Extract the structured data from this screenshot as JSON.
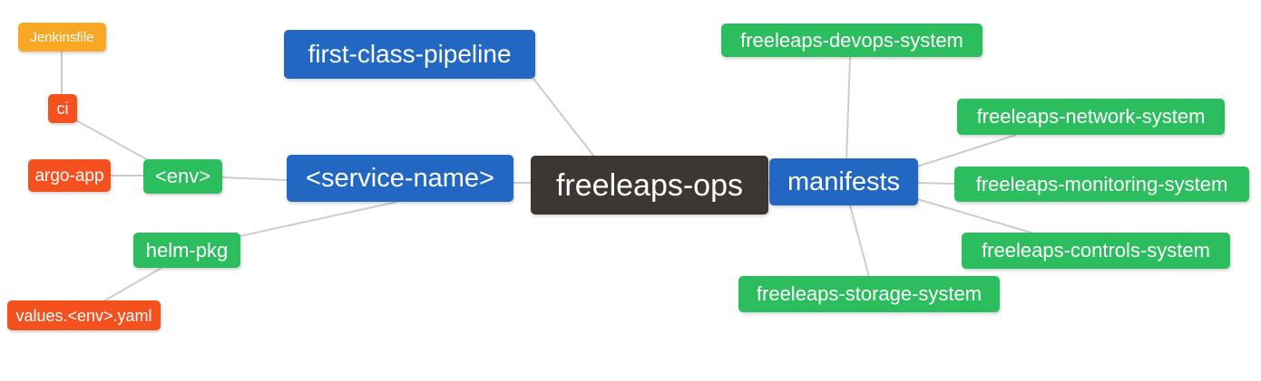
{
  "app": {
    "type": "mindmap-diagram",
    "background": "#ffffff"
  },
  "palette": {
    "blue": "#2268c2",
    "green": "#2bbd5e",
    "deep_orange": "#f4511e",
    "amber": "#f9a825",
    "dark": "#3c3733",
    "edge_gray": "#cccccc",
    "node_text": "#ffffff"
  },
  "nodes": {
    "root": {
      "label": "freeleaps-ops",
      "color": "#3c3733"
    },
    "first_class_pipeline": {
      "label": "first-class-pipeline",
      "color": "#2268c2"
    },
    "service_name": {
      "label": "<service-name>",
      "color": "#2268c2"
    },
    "manifests": {
      "label": "manifests",
      "color": "#2268c2"
    },
    "env": {
      "label": "<env>",
      "color": "#2bbd5e"
    },
    "helm_pkg": {
      "label": "helm-pkg",
      "color": "#2bbd5e"
    },
    "ci": {
      "label": "ci",
      "color": "#f4511e"
    },
    "argo_app": {
      "label": "argo-app",
      "color": "#f4511e"
    },
    "jenkinsfile": {
      "label": "Jenkinsfile",
      "color": "#f9a825"
    },
    "values_env_yaml": {
      "label": "values.<env>.yaml",
      "color": "#f4511e"
    },
    "devops_system": {
      "label": "freeleaps-devops-system",
      "color": "#2bbd5e"
    },
    "network_system": {
      "label": "freeleaps-network-system",
      "color": "#2bbd5e"
    },
    "monitoring_system": {
      "label": "freeleaps-monitoring-system",
      "color": "#2bbd5e"
    },
    "controls_system": {
      "label": "freeleaps-controls-system",
      "color": "#2bbd5e"
    },
    "storage_system": {
      "label": "freeleaps-storage-system",
      "color": "#2bbd5e"
    }
  },
  "edges": [
    {
      "from": "jenkinsfile",
      "to": "ci"
    },
    {
      "from": "ci",
      "to": "env"
    },
    {
      "from": "argo_app",
      "to": "env"
    },
    {
      "from": "env",
      "to": "service_name"
    },
    {
      "from": "helm_pkg",
      "to": "service_name"
    },
    {
      "from": "helm_pkg",
      "to": "values_env_yaml"
    },
    {
      "from": "first_class_pipeline",
      "to": "root"
    },
    {
      "from": "service_name",
      "to": "root"
    },
    {
      "from": "root",
      "to": "manifests"
    },
    {
      "from": "manifests",
      "to": "devops_system"
    },
    {
      "from": "manifests",
      "to": "network_system"
    },
    {
      "from": "manifests",
      "to": "monitoring_system"
    },
    {
      "from": "manifests",
      "to": "controls_system"
    },
    {
      "from": "manifests",
      "to": "storage_system"
    }
  ]
}
